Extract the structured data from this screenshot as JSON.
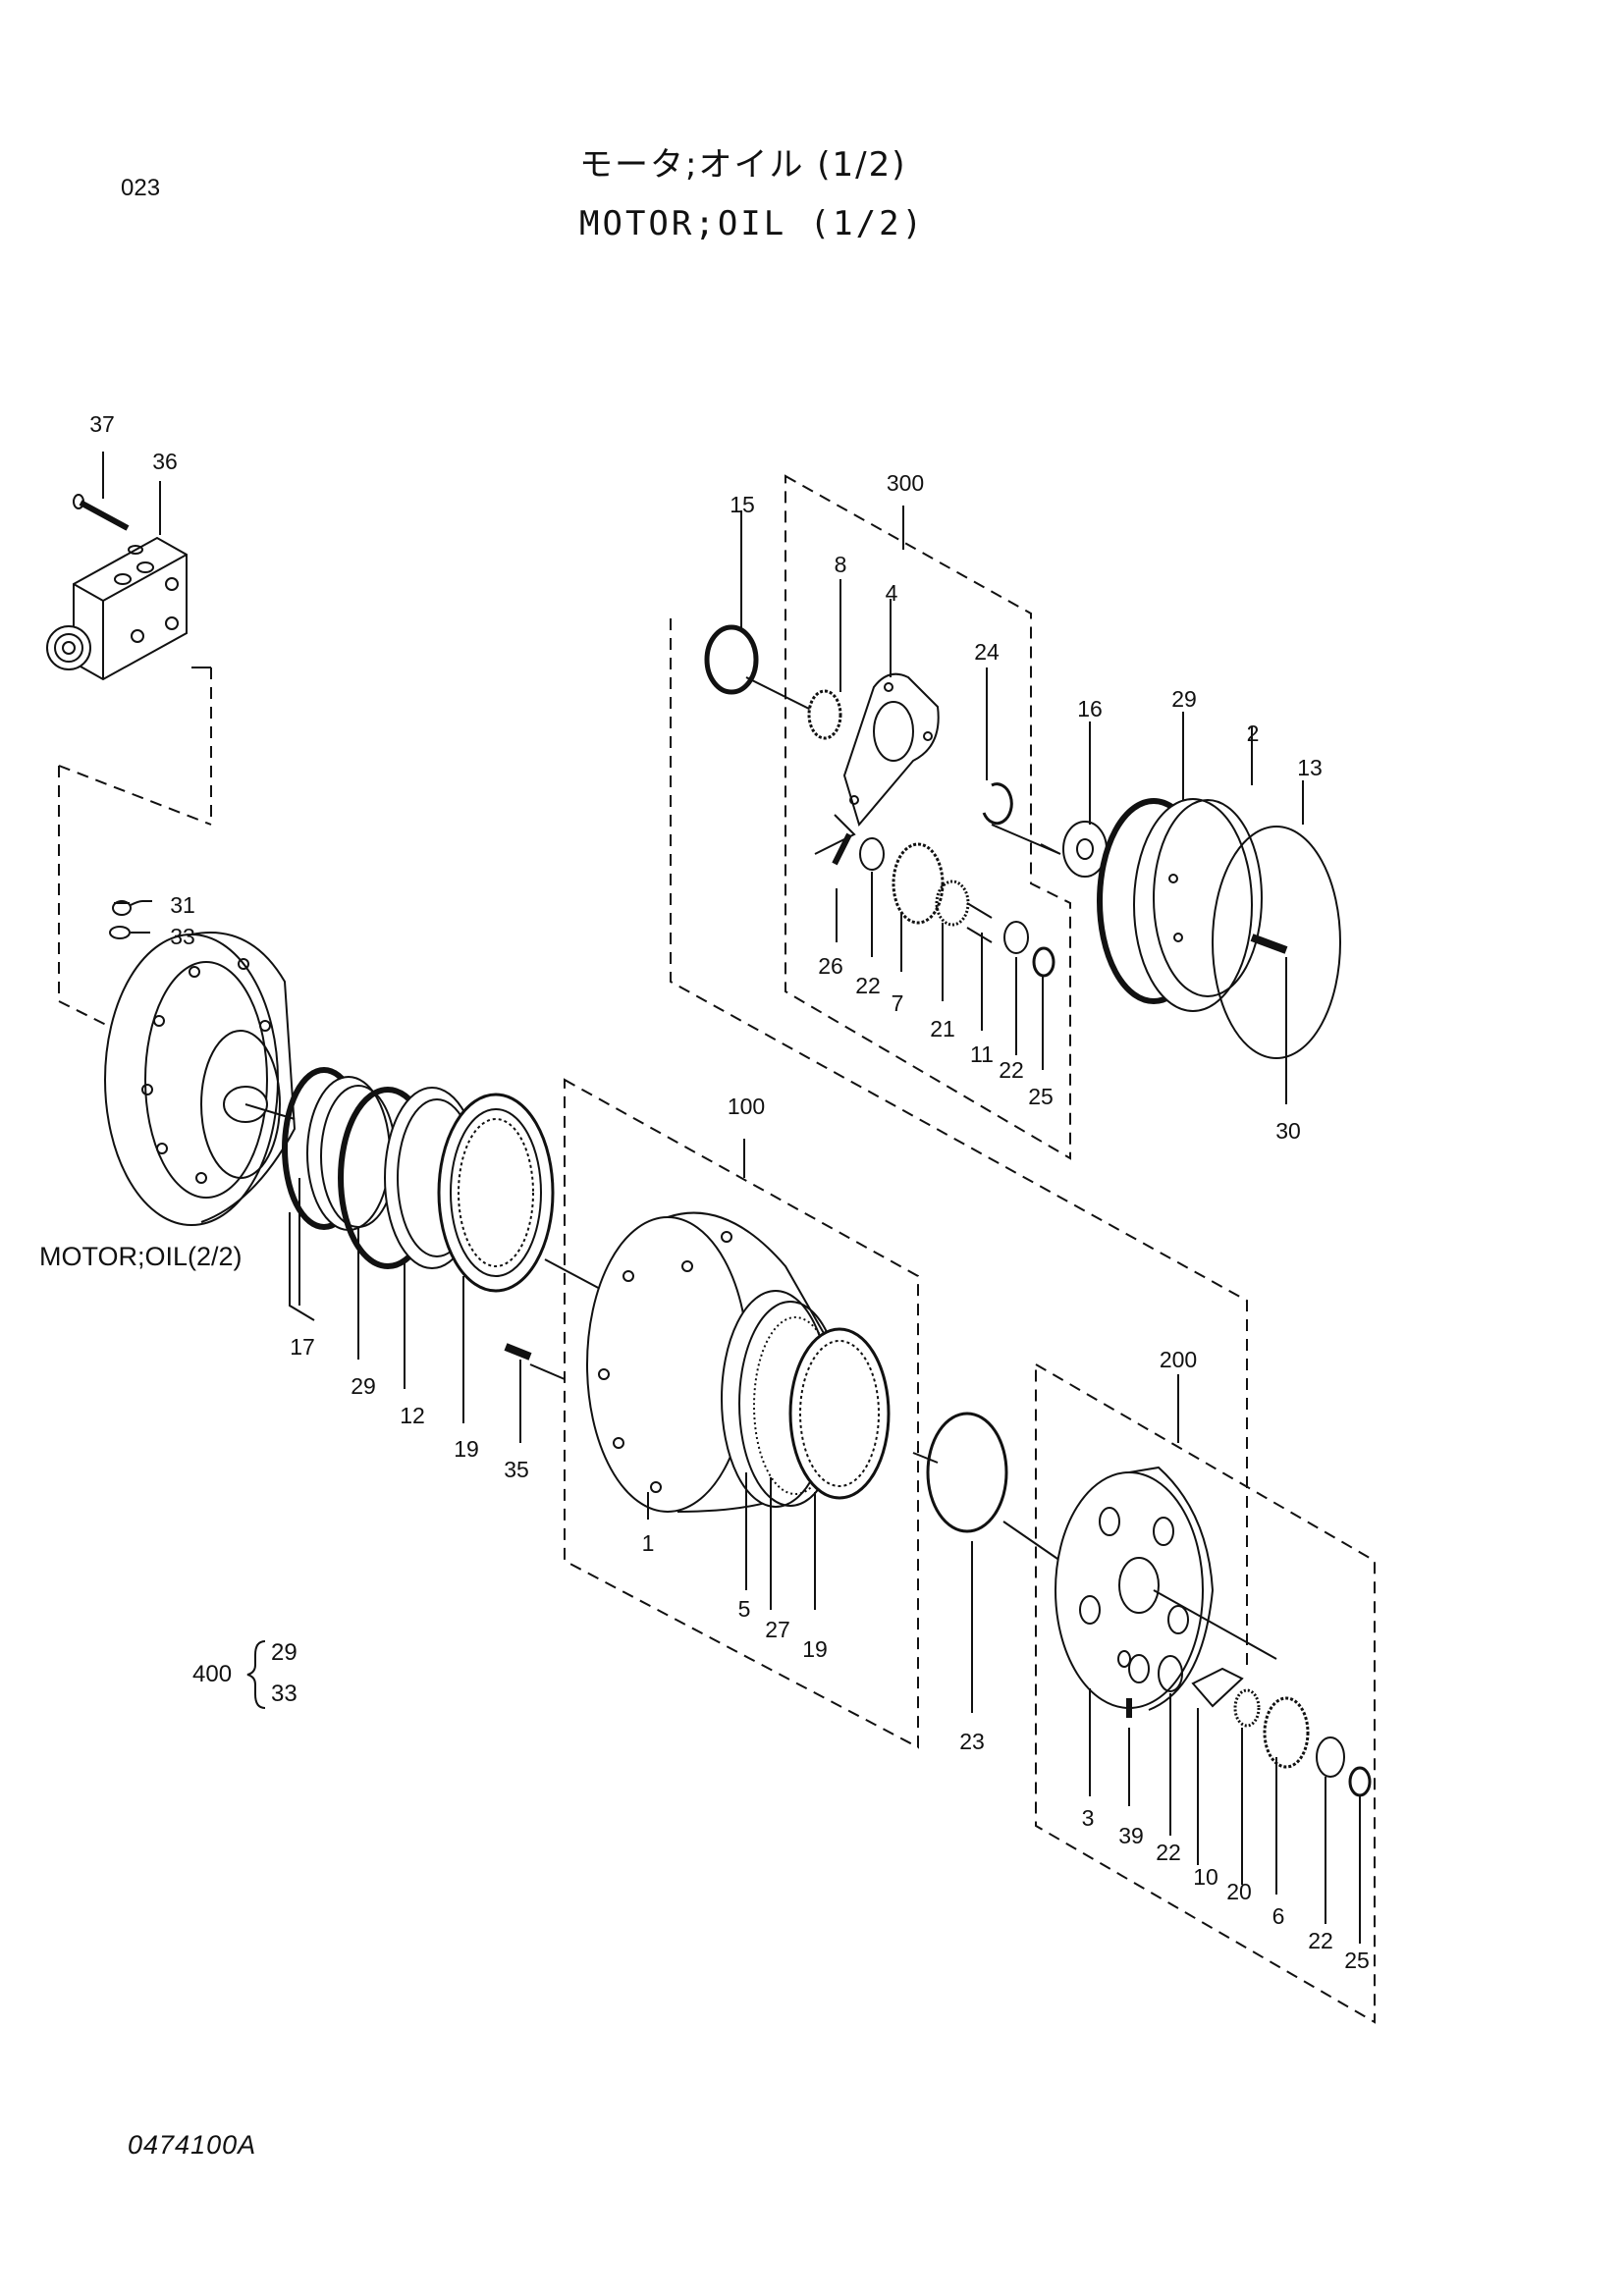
{
  "header": {
    "page_no": "023",
    "title_jp": "モータ;オイル (1/2)",
    "title_en": "MOTOR;OIL (1/2)"
  },
  "reference_label": "MOTOR;OIL(2/2)",
  "kit": {
    "number": "400",
    "items": [
      "29",
      "33"
    ]
  },
  "drawing_number": "0474100A",
  "callouts": [
    "37",
    "36",
    "31",
    "33",
    "300",
    "15",
    "8",
    "4",
    "24",
    "16",
    "29",
    "2",
    "13",
    "26",
    "22",
    "7",
    "21",
    "11",
    "22",
    "25",
    "30",
    "100",
    "17",
    "29",
    "12",
    "19",
    "35",
    "1",
    "5",
    "27",
    "19",
    "23",
    "200",
    "3",
    "39",
    "22",
    "10",
    "20",
    "6",
    "22",
    "25"
  ]
}
